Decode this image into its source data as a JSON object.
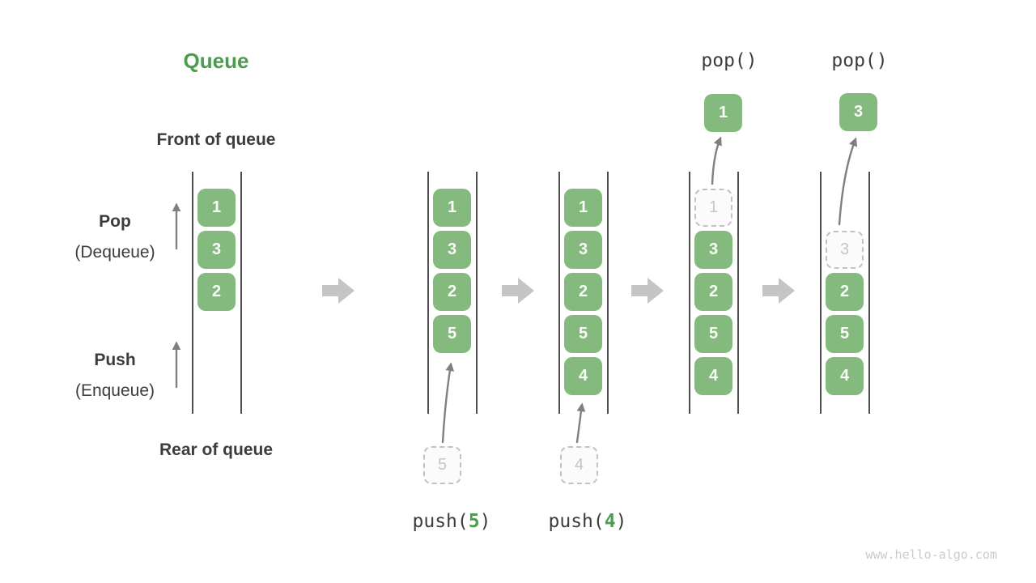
{
  "title": "Queue",
  "labels": {
    "front": "Front of queue",
    "rear": "Rear of queue",
    "pop": "Pop",
    "pop_sub": "(Dequeue)",
    "push": "Push",
    "push_sub": "(Enqueue)"
  },
  "operations": {
    "pop_call_1": "pop()",
    "pop_call_2": "pop()",
    "push_fn": "push(",
    "push_arg_1": "5",
    "push_arg_2": "4",
    "close_paren": ")"
  },
  "states": [
    {
      "cells": [
        "1",
        "3",
        "2"
      ]
    },
    {
      "cells": [
        "1",
        "3",
        "2",
        "5"
      ],
      "incoming": "5"
    },
    {
      "cells": [
        "1",
        "3",
        "2",
        "5",
        "4"
      ],
      "incoming": "4"
    },
    {
      "ghost": "1",
      "cells": [
        "3",
        "2",
        "5",
        "4"
      ],
      "popped": "1"
    },
    {
      "ghost": "3",
      "cells": [
        "2",
        "5",
        "4"
      ],
      "popped": "3"
    }
  ],
  "watermark": "www.hello-algo.com",
  "colors": {
    "green": "#85BA7E",
    "accent": "#4C9B4F",
    "textdark": "#3C3C3C",
    "line": "#4E4E4E",
    "blockarrow": "#C5C5C5",
    "arrowdark": "#808080",
    "ghostborder": "#C2C2C2",
    "ghosttext": "#C5C5C5",
    "ghostbg": "#FBFBFB",
    "boxtext": "#FAFCF9",
    "wmcolor": "#CBCBCB"
  }
}
